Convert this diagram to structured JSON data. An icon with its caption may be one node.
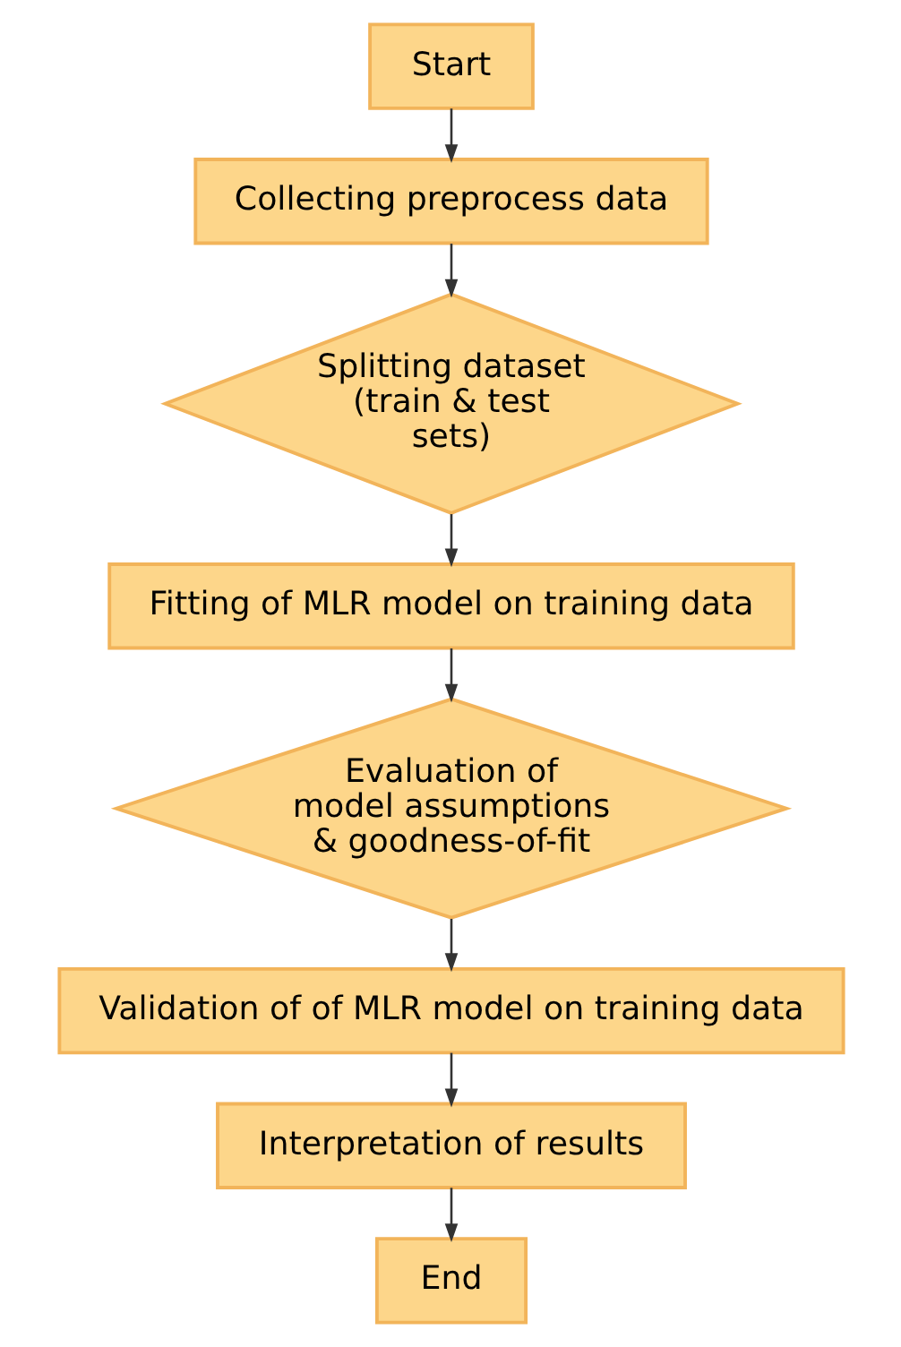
{
  "diagram": {
    "nodes": [
      {
        "text": [
          "Start"
        ]
      },
      {
        "text": [
          "Collecting preprocess data"
        ]
      },
      {
        "text": [
          "Splitting dataset (train & test sets)"
        ]
      },
      {
        "text": [
          "Fitting of MLR model on training data"
        ]
      },
      {
        "text": [
          "Evaluation of model assumptions & goodness-of-fit"
        ]
      },
      {
        "text": [
          "Validation of of MLR model on training data"
        ]
      },
      {
        "text": [
          "Interpretation of results"
        ]
      },
      {
        "text": [
          "End"
        ]
      }
    ],
    "edges": [
      {
        "from": 0,
        "to": 1,
        "arrow": "to"
      },
      {
        "from": 1,
        "to": 2,
        "arrow": "to"
      },
      {
        "from": 2,
        "to": 3,
        "arrow": "to"
      },
      {
        "from": 3,
        "to": 4,
        "arrow": "to"
      },
      {
        "from": 4,
        "to": 5,
        "arrow": "to"
      },
      {
        "from": 5,
        "to": 6,
        "arrow": "to"
      },
      {
        "from": 6,
        "to": 7,
        "arrow": "to"
      }
    ]
  }
}
